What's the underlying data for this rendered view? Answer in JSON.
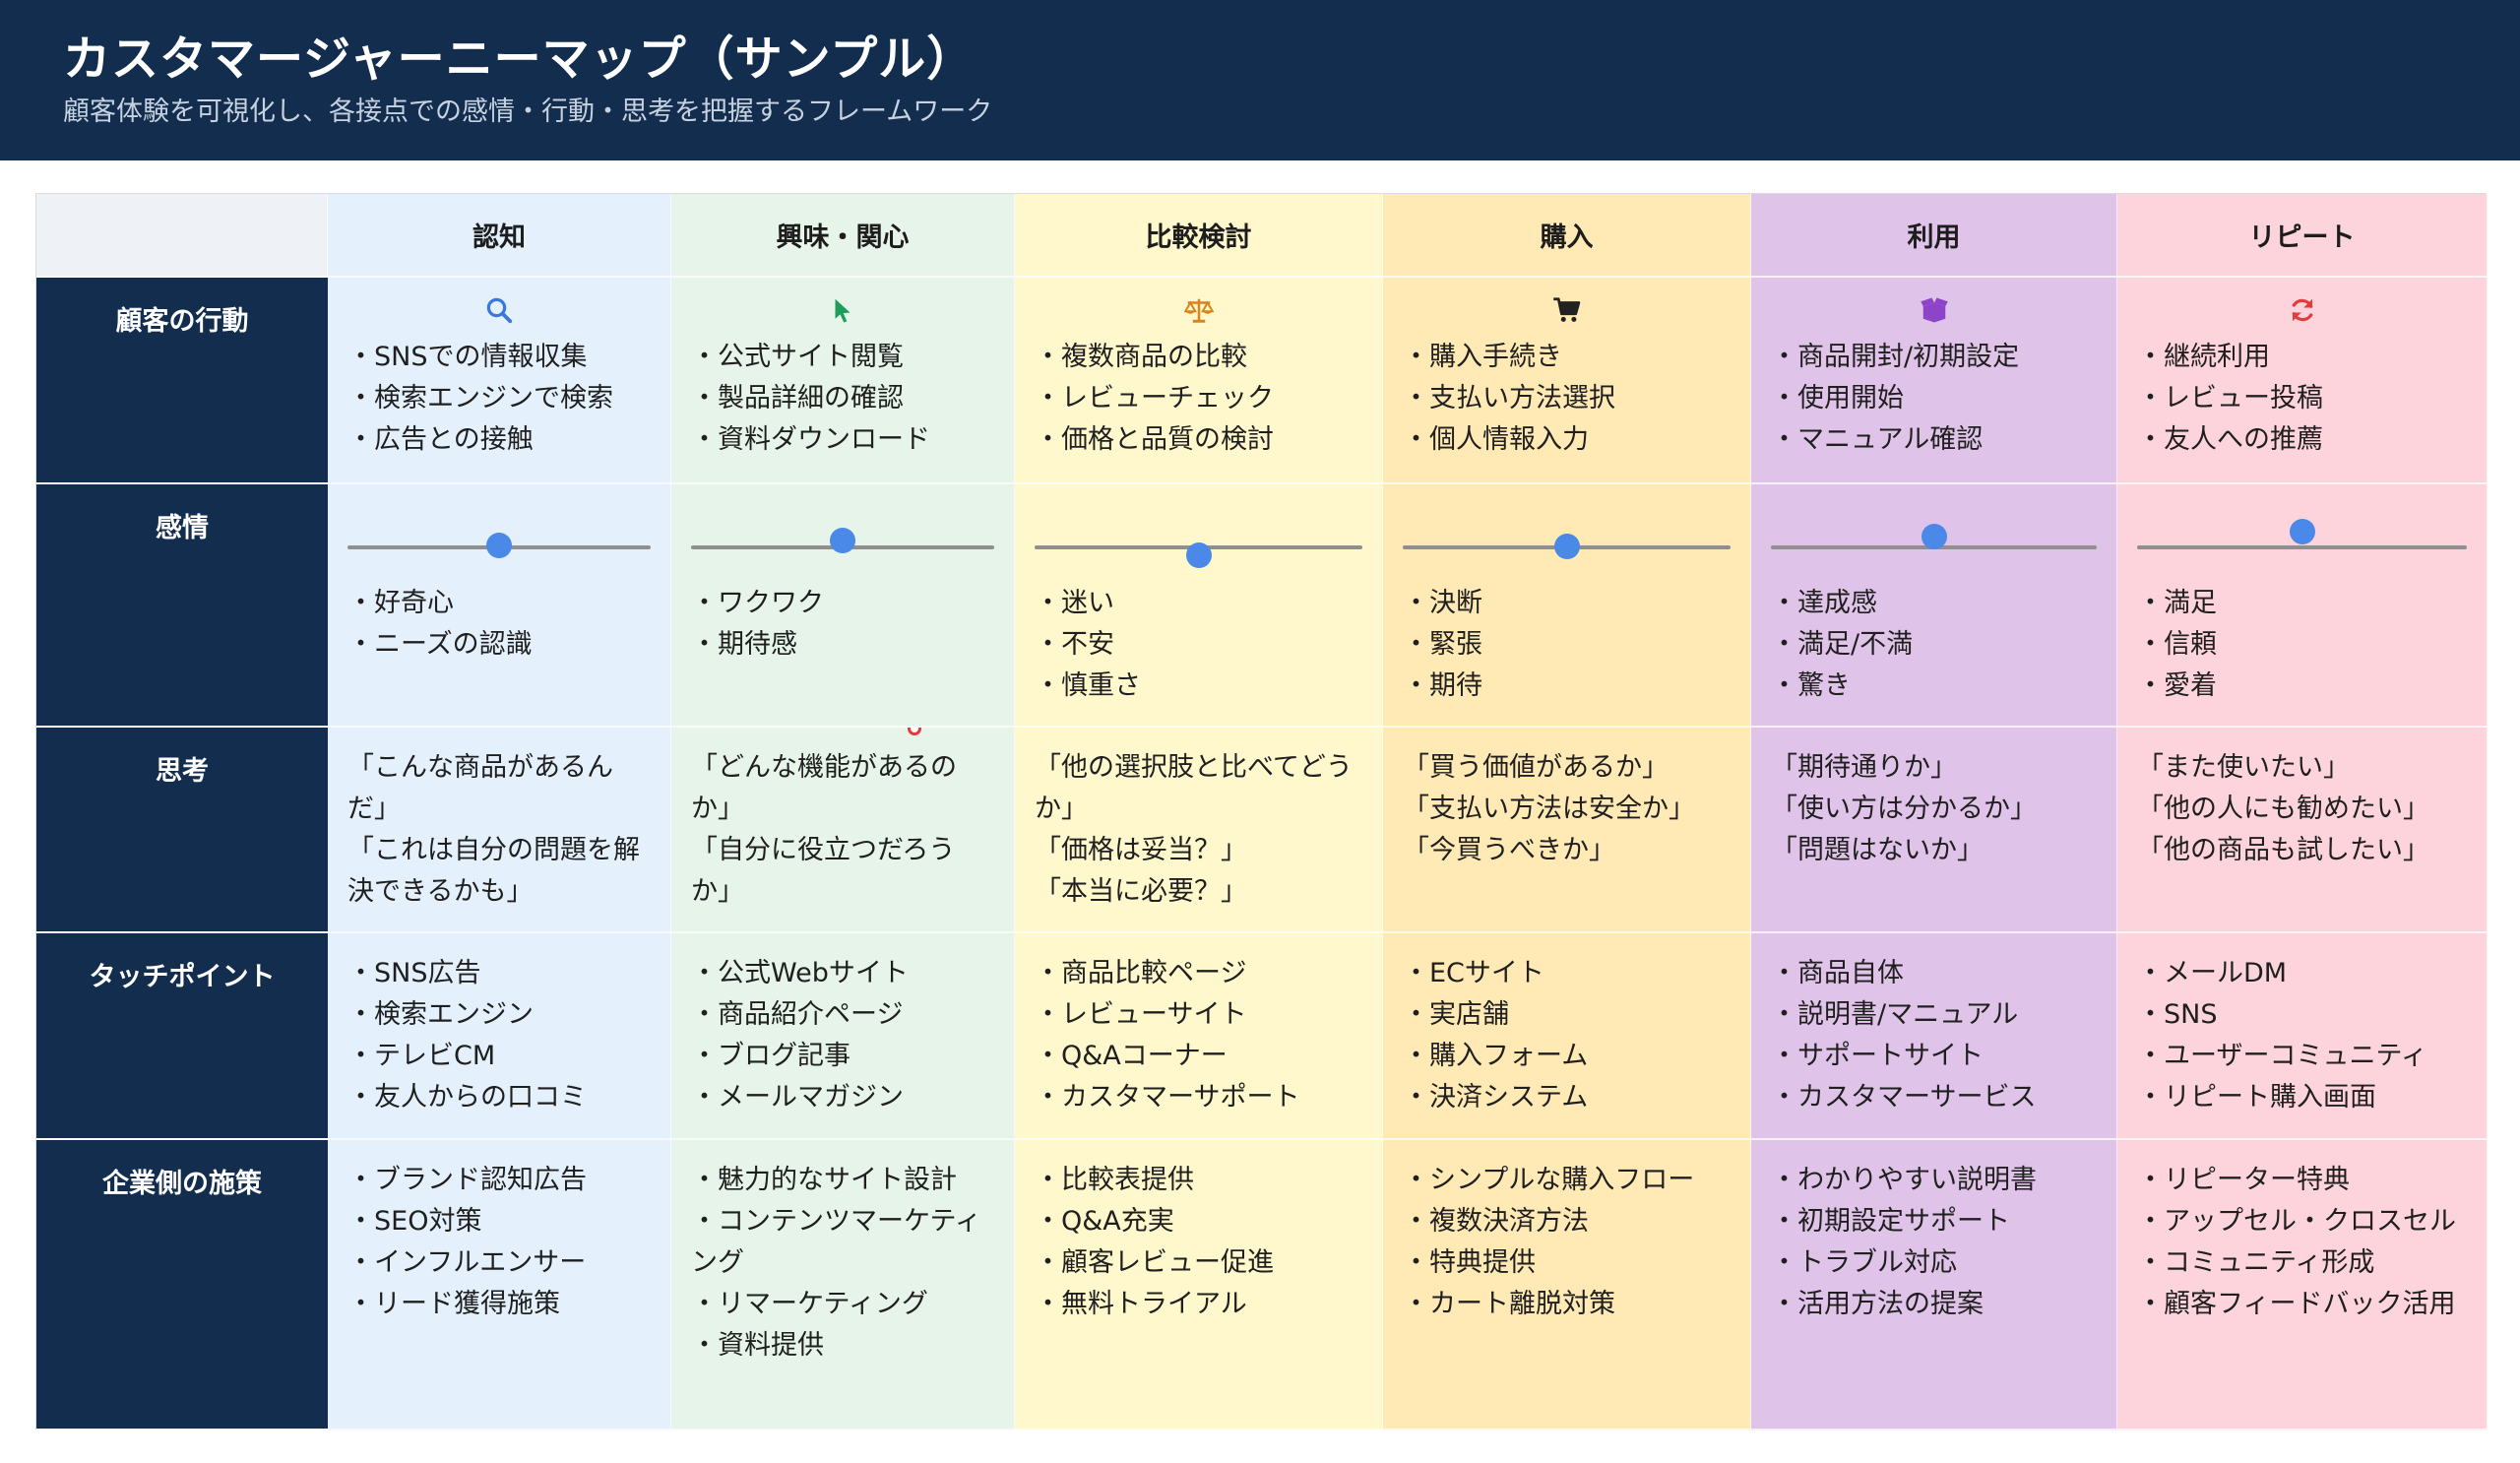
{
  "header": {
    "title": "カスタマージャーニーマップ（サンプル）",
    "subtitle": "顧客体験を可視化し、各接点での感情・行動・思考を把握するフレームワーク"
  },
  "stages": [
    "認知",
    "興味・関心",
    "比較検討",
    "購入",
    "利用",
    "リピート"
  ],
  "row_labels": {
    "actions": "顧客の行動",
    "emotions": "感情",
    "thoughts": "思考",
    "touchpoints": "タッチポイント",
    "measures": "企業側の施策"
  },
  "colors": {
    "header_bg": "#132d4f",
    "stage_bg": [
      "#e4f1fc",
      "#e6f4e9",
      "#fff8cc",
      "#ffe9b5",
      "#e0c3e8",
      "#fdd4dc"
    ],
    "emotion_dot": "#4a89e8",
    "icon_colors": [
      "#3b78d8",
      "#1e9c5a",
      "#d9841a",
      "#222222",
      "#8e44c8",
      "#e23b3b"
    ]
  },
  "action_icons": [
    "search-icon",
    "cursor-icon",
    "balance-scale-icon",
    "cart-icon",
    "box-open-icon",
    "refresh-icon"
  ],
  "actions": [
    [
      "・SNSでの情報収集",
      "・検索エンジンで検索",
      "・広告との接触"
    ],
    [
      "・公式サイト閲覧",
      "・製品詳細の確認",
      "・資料ダウンロード"
    ],
    [
      "・複数商品の比較",
      "・レビューチェック",
      "・価格と品質の検討"
    ],
    [
      "・購入手続き",
      "・支払い方法選択",
      "・個人情報入力"
    ],
    [
      "・商品開封/初期設定",
      "・使用開始",
      "・マニュアル確認"
    ],
    [
      "・継続利用",
      "・レビュー投稿",
      "・友人への推薦"
    ]
  ],
  "emotion_levels": [
    0.1,
    0.35,
    -0.4,
    0.05,
    0.55,
    0.8
  ],
  "emotions": [
    [
      "・好奇心",
      "・ニーズの認識"
    ],
    [
      "・ワクワク",
      "・期待感"
    ],
    [
      "・迷い",
      "・不安",
      "・慎重さ"
    ],
    [
      "・決断",
      "・緊張",
      "・期待"
    ],
    [
      "・達成感",
      "・満足/不満",
      "・驚き"
    ],
    [
      "・満足",
      "・信頼",
      "・愛着"
    ]
  ],
  "thoughts": [
    [
      "「こんな商品があるんだ」",
      "「これは自分の問題を解決できるかも」"
    ],
    [
      "「どんな機能があるのか」",
      "「自分に役立つだろうか」"
    ],
    [
      "「他の選択肢と比べてどうか」",
      "「価格は妥当？」",
      "「本当に必要？」"
    ],
    [
      "「買う価値があるか」",
      "「支払い方法は安全か」",
      "「今買うべきか」"
    ],
    [
      "「期待通りか」",
      "「使い方は分かるか」",
      "「問題はないか」"
    ],
    [
      "「また使いたい」",
      "「他の人にも勧めたい」",
      "「他の商品も試したい」"
    ]
  ],
  "touchpoints": [
    [
      "・SNS広告",
      "・検索エンジン",
      "・テレビCM",
      "・友人からの口コミ"
    ],
    [
      "・公式Webサイト",
      "・商品紹介ページ",
      "・ブログ記事",
      "・メールマガジン"
    ],
    [
      "・商品比較ページ",
      "・レビューサイト",
      "・Q&Aコーナー",
      "・カスタマーサポート"
    ],
    [
      "・ECサイト",
      "・実店舗",
      "・購入フォーム",
      "・決済システム"
    ],
    [
      "・商品自体",
      "・説明書/マニュアル",
      "・サポートサイト",
      "・カスタマーサービス"
    ],
    [
      "・メールDM",
      "・SNS",
      "・ユーザーコミュニティ",
      "・リピート購入画面"
    ]
  ],
  "measures": [
    [
      "・ブランド認知広告",
      "・SEO対策",
      "・インフルエンサー",
      "・リード獲得施策"
    ],
    [
      "・魅力的なサイト設計",
      "・コンテンツマーケティング",
      "・リマーケティング",
      "・資料提供"
    ],
    [
      "・比較表提供",
      "・Q&A充実",
      "・顧客レビュー促進",
      "・無料トライアル"
    ],
    [
      "・シンプルな購入フロー",
      "・複数決済方法",
      "・特典提供",
      "・カート離脱対策"
    ],
    [
      "・わかりやすい説明書",
      "・初期設定サポート",
      "・トラブル対応",
      "・活用方法の提案"
    ],
    [
      "・リピーター特典",
      "・アップセル・クロスセル",
      "・コミュニティ形成",
      "・顧客フィードバック活用"
    ]
  ]
}
